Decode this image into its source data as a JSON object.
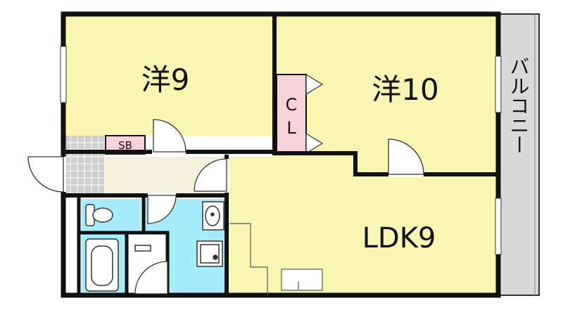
{
  "rooms": {
    "western_left": "洋9",
    "western_right": "洋10",
    "ldk": "LDK9",
    "closet_c": "C",
    "closet_l": "L",
    "shoe_box": "SB",
    "balcony": "バルコニー"
  },
  "colors": {
    "room_fill": "#f8f6b2",
    "wet_area": "#a6ecfa",
    "closet": "#f8d2da",
    "corridor": "#f4f0dd",
    "entrance_tile": "#cfcfcf",
    "balcony": "#d9d9d9",
    "wall": "#111111"
  }
}
